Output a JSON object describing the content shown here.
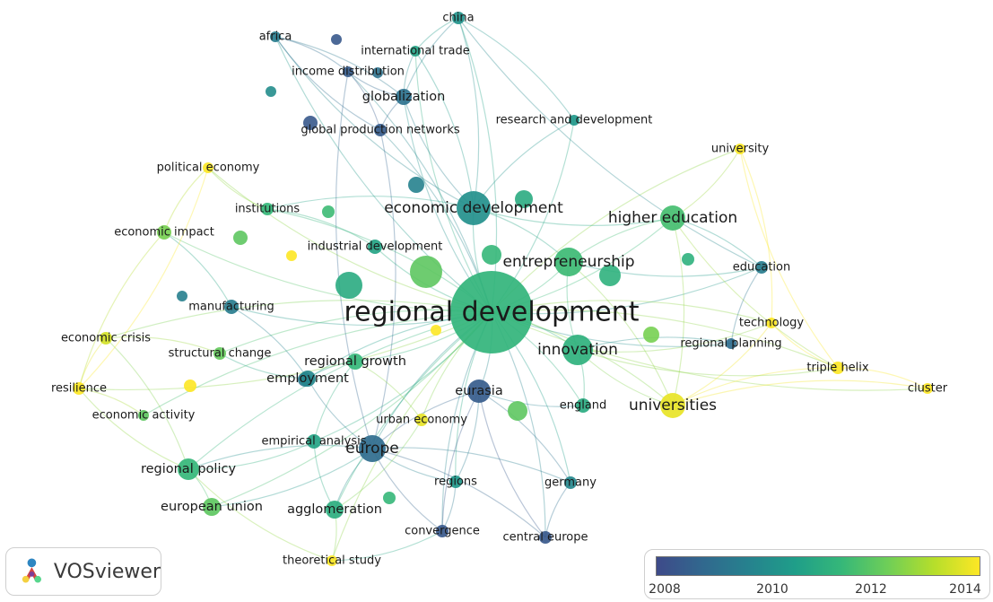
{
  "app": {
    "brand": "VOSviewer"
  },
  "legend": {
    "ticks": [
      "2008",
      "2010",
      "2012",
      "2014"
    ],
    "gradient": [
      "#3e4a89",
      "#31688e",
      "#26828e",
      "#1f9e89",
      "#35b779",
      "#6ece58",
      "#b5de2b",
      "#fde725"
    ]
  },
  "nodes": [
    {
      "id": "regional-development",
      "label": "regional development",
      "year": 2011.7,
      "weight": 1.0
    },
    {
      "id": "economic-development",
      "label": "economic development",
      "year": 2010.5,
      "weight": 0.42
    },
    {
      "id": "entrepreneurship",
      "label": "entrepreneurship",
      "year": 2011.9,
      "weight": 0.35
    },
    {
      "id": "innovation",
      "label": "innovation",
      "year": 2011.6,
      "weight": 0.38
    },
    {
      "id": "higher-education",
      "label": "higher education",
      "year": 2012.0,
      "weight": 0.3
    },
    {
      "id": "universities",
      "label": "universities",
      "year": 2013.8,
      "weight": 0.3
    },
    {
      "id": "europe",
      "label": "europe",
      "year": 2009.2,
      "weight": 0.32
    },
    {
      "id": "eurasia",
      "label": "eurasia",
      "year": 2008.6,
      "weight": 0.28
    },
    {
      "id": "regional-policy",
      "label": "regional policy",
      "year": 2011.8,
      "weight": 0.27
    },
    {
      "id": "european-union",
      "label": "european union",
      "year": 2012.3,
      "weight": 0.22
    },
    {
      "id": "agglomeration",
      "label": "agglomeration",
      "year": 2011.5,
      "weight": 0.22
    },
    {
      "id": "regional-growth",
      "label": "regional growth",
      "year": 2011.8,
      "weight": 0.2
    },
    {
      "id": "employment",
      "label": "employment",
      "year": 2010.2,
      "weight": 0.2
    },
    {
      "id": "manufacturing",
      "label": "manufacturing",
      "year": 2009.8,
      "weight": 0.18
    },
    {
      "id": "structural-change",
      "label": "structural change",
      "year": 2012.4,
      "weight": 0.16
    },
    {
      "id": "economic-impact",
      "label": "economic impact",
      "year": 2012.6,
      "weight": 0.18
    },
    {
      "id": "economic-crisis",
      "label": "economic crisis",
      "year": 2013.6,
      "weight": 0.15
    },
    {
      "id": "resilience",
      "label": "resilience",
      "year": 2014.0,
      "weight": 0.15
    },
    {
      "id": "economic-activity",
      "label": "economic activity",
      "year": 2012.3,
      "weight": 0.14
    },
    {
      "id": "empirical-analysis",
      "label": "empirical analysis",
      "year": 2011.2,
      "weight": 0.17
    },
    {
      "id": "urban-economy",
      "label": "urban economy",
      "year": 2013.8,
      "weight": 0.15
    },
    {
      "id": "england",
      "label": "england",
      "year": 2011.4,
      "weight": 0.18
    },
    {
      "id": "regions",
      "label": "regions",
      "year": 2010.8,
      "weight": 0.16
    },
    {
      "id": "germany",
      "label": "germany",
      "year": 2010.2,
      "weight": 0.15
    },
    {
      "id": "convergence",
      "label": "convergence",
      "year": 2008.5,
      "weight": 0.16
    },
    {
      "id": "central-europe",
      "label": "central europe",
      "year": 2008.5,
      "weight": 0.15
    },
    {
      "id": "theoretical-study",
      "label": "theoretical study",
      "year": 2014.0,
      "weight": 0.14
    },
    {
      "id": "industrial-development",
      "label": "industrial development",
      "year": 2011.2,
      "weight": 0.18
    },
    {
      "id": "institutions",
      "label": "institutions",
      "year": 2011.8,
      "weight": 0.16
    },
    {
      "id": "political-economy",
      "label": "political economy",
      "year": 2014.0,
      "weight": 0.14
    },
    {
      "id": "global-production-networks",
      "label": "global production networks",
      "year": 2008.6,
      "weight": 0.16
    },
    {
      "id": "globalization",
      "label": "globalization",
      "year": 2009.4,
      "weight": 0.2
    },
    {
      "id": "income-distribution",
      "label": "income distribution",
      "year": 2008.6,
      "weight": 0.14
    },
    {
      "id": "africa",
      "label": "africa",
      "year": 2009.8,
      "weight": 0.14
    },
    {
      "id": "china",
      "label": "china",
      "year": 2010.6,
      "weight": 0.15
    },
    {
      "id": "international-trade",
      "label": "international trade",
      "year": 2011.2,
      "weight": 0.13
    },
    {
      "id": "research-and-development",
      "label": "research and development",
      "year": 2010.8,
      "weight": 0.14
    },
    {
      "id": "university",
      "label": "university",
      "year": 2014.0,
      "weight": 0.13
    },
    {
      "id": "education",
      "label": "education",
      "year": 2009.8,
      "weight": 0.15
    },
    {
      "id": "technology",
      "label": "technology",
      "year": 2014.0,
      "weight": 0.14
    },
    {
      "id": "regional-planning",
      "label": "regional planning",
      "year": 2009.2,
      "weight": 0.14
    },
    {
      "id": "triple-helix",
      "label": "triple helix",
      "year": 2014.0,
      "weight": 0.16
    },
    {
      "id": "cluster",
      "label": "cluster",
      "year": 2014.0,
      "weight": 0.12
    }
  ],
  "edges": [
    [
      "regional-development",
      "economic-development"
    ],
    [
      "regional-development",
      "entrepreneurship"
    ],
    [
      "regional-development",
      "innovation"
    ],
    [
      "regional-development",
      "higher-education"
    ],
    [
      "regional-development",
      "universities"
    ],
    [
      "regional-development",
      "europe"
    ],
    [
      "regional-development",
      "eurasia"
    ],
    [
      "regional-development",
      "regional-policy"
    ],
    [
      "regional-development",
      "european-union"
    ],
    [
      "regional-development",
      "agglomeration"
    ],
    [
      "regional-development",
      "regional-growth"
    ],
    [
      "regional-development",
      "employment"
    ],
    [
      "regional-development",
      "manufacturing"
    ],
    [
      "regional-development",
      "structural-change"
    ],
    [
      "regional-development",
      "economic-impact"
    ],
    [
      "regional-development",
      "economic-crisis"
    ],
    [
      "regional-development",
      "resilience"
    ],
    [
      "regional-development",
      "economic-activity"
    ],
    [
      "regional-development",
      "empirical-analysis"
    ],
    [
      "regional-development",
      "urban-economy"
    ],
    [
      "regional-development",
      "england"
    ],
    [
      "regional-development",
      "regions"
    ],
    [
      "regional-development",
      "germany"
    ],
    [
      "regional-development",
      "convergence"
    ],
    [
      "regional-development",
      "central-europe"
    ],
    [
      "regional-development",
      "theoretical-study"
    ],
    [
      "regional-development",
      "industrial-development"
    ],
    [
      "regional-development",
      "institutions"
    ],
    [
      "regional-development",
      "political-economy"
    ],
    [
      "regional-development",
      "global-production-networks"
    ],
    [
      "regional-development",
      "globalization"
    ],
    [
      "regional-development",
      "income-distribution"
    ],
    [
      "regional-development",
      "africa"
    ],
    [
      "regional-development",
      "china"
    ],
    [
      "regional-development",
      "international-trade"
    ],
    [
      "regional-development",
      "research-and-development"
    ],
    [
      "regional-development",
      "university"
    ],
    [
      "regional-development",
      "education"
    ],
    [
      "regional-development",
      "technology"
    ],
    [
      "regional-development",
      "regional-planning"
    ],
    [
      "regional-development",
      "triple-helix"
    ],
    [
      "regional-development",
      "cluster"
    ],
    [
      "economic-development",
      "globalization"
    ],
    [
      "economic-development",
      "china"
    ],
    [
      "economic-development",
      "entrepreneurship"
    ],
    [
      "economic-development",
      "higher-education"
    ],
    [
      "economic-development",
      "africa"
    ],
    [
      "economic-development",
      "institutions"
    ],
    [
      "economic-development",
      "research-and-development"
    ],
    [
      "economic-development",
      "international-trade"
    ],
    [
      "globalization",
      "china"
    ],
    [
      "globalization",
      "africa"
    ],
    [
      "globalization",
      "income-distribution"
    ],
    [
      "globalization",
      "global-production-networks"
    ],
    [
      "globalization",
      "international-trade"
    ],
    [
      "income-distribution",
      "africa"
    ],
    [
      "income-distribution",
      "global-production-networks"
    ],
    [
      "china",
      "international-trade"
    ],
    [
      "china",
      "research-and-development"
    ],
    [
      "china",
      "education"
    ],
    [
      "entrepreneurship",
      "higher-education"
    ],
    [
      "entrepreneurship",
      "innovation"
    ],
    [
      "entrepreneurship",
      "universities"
    ],
    [
      "entrepreneurship",
      "education"
    ],
    [
      "higher-education",
      "universities"
    ],
    [
      "higher-education",
      "university"
    ],
    [
      "higher-education",
      "education"
    ],
    [
      "higher-education",
      "triple-helix"
    ],
    [
      "universities",
      "triple-helix"
    ],
    [
      "universities",
      "technology"
    ],
    [
      "universities",
      "cluster"
    ],
    [
      "university",
      "triple-helix"
    ],
    [
      "university",
      "technology"
    ],
    [
      "technology",
      "triple-helix"
    ],
    [
      "triple-helix",
      "cluster"
    ],
    [
      "innovation",
      "triple-helix"
    ],
    [
      "innovation",
      "regional-planning"
    ],
    [
      "innovation",
      "universities"
    ],
    [
      "innovation",
      "england"
    ],
    [
      "innovation",
      "technology"
    ],
    [
      "europe",
      "eurasia"
    ],
    [
      "europe",
      "regional-policy"
    ],
    [
      "europe",
      "european-union"
    ],
    [
      "europe",
      "convergence"
    ],
    [
      "europe",
      "central-europe"
    ],
    [
      "europe",
      "regions"
    ],
    [
      "europe",
      "germany"
    ],
    [
      "europe",
      "agglomeration"
    ],
    [
      "europe",
      "employment"
    ],
    [
      "europe",
      "global-production-networks"
    ],
    [
      "europe",
      "income-distribution"
    ],
    [
      "eurasia",
      "central-europe"
    ],
    [
      "eurasia",
      "germany"
    ],
    [
      "eurasia",
      "convergence"
    ],
    [
      "eurasia",
      "regions"
    ],
    [
      "eurasia",
      "england"
    ],
    [
      "regional-policy",
      "european-union"
    ],
    [
      "regional-policy",
      "economic-crisis"
    ],
    [
      "regional-policy",
      "resilience"
    ],
    [
      "regional-policy",
      "empirical-analysis"
    ],
    [
      "agglomeration",
      "theoretical-study"
    ],
    [
      "agglomeration",
      "urban-economy"
    ],
    [
      "agglomeration",
      "empirical-analysis"
    ],
    [
      "economic-crisis",
      "resilience"
    ],
    [
      "economic-crisis",
      "structural-change"
    ],
    [
      "employment",
      "manufacturing"
    ],
    [
      "employment",
      "structural-change"
    ],
    [
      "manufacturing",
      "economic-impact"
    ],
    [
      "economic-impact",
      "political-economy"
    ],
    [
      "political-economy",
      "institutions"
    ],
    [
      "institutions",
      "industrial-development"
    ],
    [
      "theoretical-study",
      "convergence"
    ],
    [
      "regional-growth",
      "urban-economy"
    ],
    [
      "regional-growth",
      "employment"
    ],
    [
      "central-europe",
      "germany"
    ],
    [
      "convergence",
      "regions"
    ],
    [
      "regional-planning",
      "education"
    ],
    [
      "economic-activity",
      "resilience"
    ],
    [
      "empirical-analysis",
      "regional-growth"
    ],
    [
      "africa",
      "global-production-networks"
    ],
    [
      "political-economy",
      "resilience"
    ],
    [
      "economic-impact",
      "resilience"
    ],
    [
      "theoretical-study",
      "regional-policy"
    ]
  ]
}
